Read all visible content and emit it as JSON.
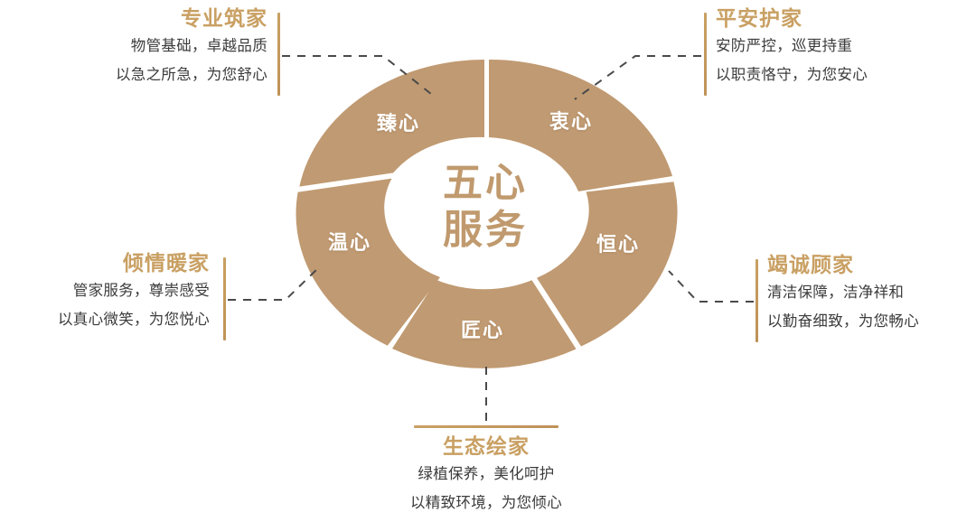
{
  "center": {
    "line1": "五心",
    "line2": "服务"
  },
  "colors": {
    "segment": "#C09A72",
    "accent": "#C9A063",
    "center_text": "#C09A6E",
    "body_text": "#3C3C3C",
    "connector": "#4A4A4A",
    "background": "#FFFFFF"
  },
  "segments": [
    {
      "id": "zhenxin",
      "label": "臻心",
      "position": "top-left"
    },
    {
      "id": "zhongxin",
      "label": "衷心",
      "position": "top-right"
    },
    {
      "id": "hengxin",
      "label": "恒心",
      "position": "right"
    },
    {
      "id": "jiangxin",
      "label": "匠心",
      "position": "bottom"
    },
    {
      "id": "wenxin",
      "label": "温心",
      "position": "left"
    }
  ],
  "callouts": [
    {
      "id": "zhuanye-zhujia",
      "title": "专业筑家",
      "line1": "物管基础，卓越品质",
      "line2": "以急之所急，为您舒心",
      "align": "right",
      "bar": "vertical"
    },
    {
      "id": "pingan-hujia",
      "title": "平安护家",
      "line1": "安防严控，巡更持重",
      "line2": "以职责恪守，为您安心",
      "align": "left",
      "bar": "vertical"
    },
    {
      "id": "qingqing-nuanjia",
      "title": "倾情暖家",
      "line1": "管家服务，尊崇感受",
      "line2": "以真心微笑，为您悦心",
      "align": "right",
      "bar": "vertical"
    },
    {
      "id": "jiecheng-gujia",
      "title": "竭诚顾家",
      "line1": "清洁保障，洁净祥和",
      "line2": "以勤奋细致，为您畅心",
      "align": "left",
      "bar": "vertical"
    },
    {
      "id": "shengtai-huijia",
      "title": "生态绘家",
      "line1": "绿植保养，美化呵护",
      "line2": "以精致环境，为您倾心",
      "align": "center",
      "bar": "horizontal"
    }
  ],
  "chart_data": {
    "type": "pie",
    "title": "五心服务",
    "categories": [
      "臻心",
      "衷心",
      "恒心",
      "匠心",
      "温心"
    ],
    "values": [
      20,
      20,
      20,
      20,
      20
    ],
    "legend": [
      "专业筑家",
      "平安护家",
      "竭诚顾家",
      "生态绘家",
      "倾情暖家"
    ]
  }
}
